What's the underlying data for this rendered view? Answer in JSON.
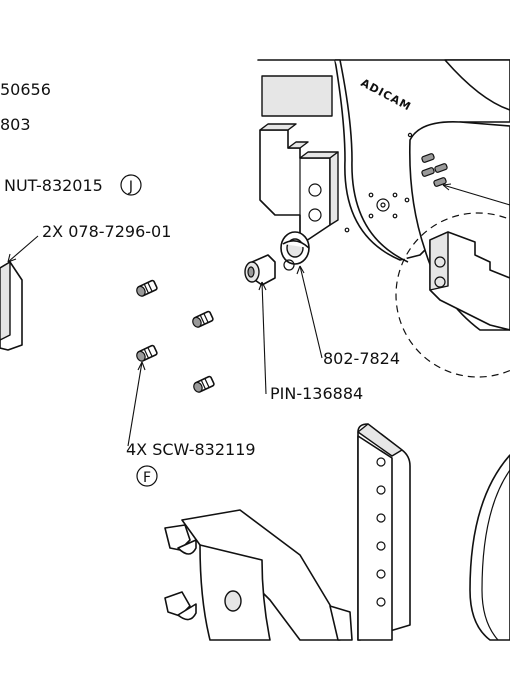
{
  "labels": {
    "top_partial_1": "50656",
    "top_partial_2": "803",
    "nut": "NUT-832015",
    "nut_callout": "J",
    "bracket": "2X 078-7296-01",
    "bushing": "802-7824",
    "pin": "PIN-136884",
    "screws": "4X SCW-832119",
    "screws_callout": "F",
    "brand": "ADICAM"
  }
}
